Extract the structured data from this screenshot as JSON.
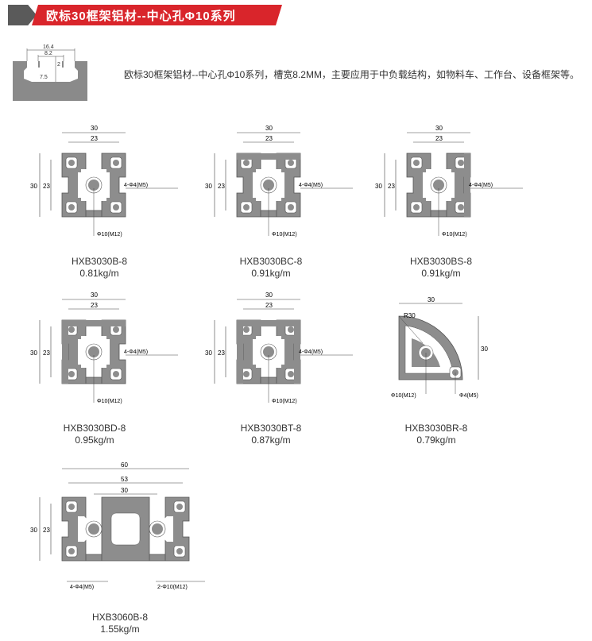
{
  "header": {
    "title": "欧标30框架铝材--中心孔Φ10系列"
  },
  "slot": {
    "d1": "16.4",
    "d2": "8.2",
    "d3": "2",
    "d4": "7.5"
  },
  "intro": "欧标30框架铝材--中心孔Φ10系列，槽宽8.2MM，主要应用于中负载结构，如物料车、工作台、设备框架等。",
  "dims": {
    "w": "30",
    "inner": "23",
    "h": "30",
    "hi": "23",
    "hole4": "4-Φ4(M5)",
    "center": "Φ10(M12)"
  },
  "products": [
    {
      "model": "HXB3030B-8",
      "weight": "0.81kg/m"
    },
    {
      "model": "HXB3030BC-8",
      "weight": "0.91kg/m"
    },
    {
      "model": "HXB3030BS-8",
      "weight": "0.91kg/m"
    },
    {
      "model": "HXB3030BD-8",
      "weight": "0.95kg/m"
    },
    {
      "model": "HXB3030BT-8",
      "weight": "0.87kg/m"
    },
    {
      "model": "HXB3030BR-8",
      "weight": "0.79kg/m"
    },
    {
      "model": "HXB3060B-8",
      "weight": "1.55kg/m"
    }
  ],
  "br": {
    "w": "30",
    "h": "30",
    "r": "R30",
    "center": "Φ10(M12)",
    "hole": "Φ4(M5)"
  },
  "wide": {
    "w": "60",
    "inner": "53",
    "mid": "30",
    "h": "30",
    "hi": "23",
    "hole4": "4-Φ4(M5)",
    "center2": "2-Φ10(M12)"
  }
}
